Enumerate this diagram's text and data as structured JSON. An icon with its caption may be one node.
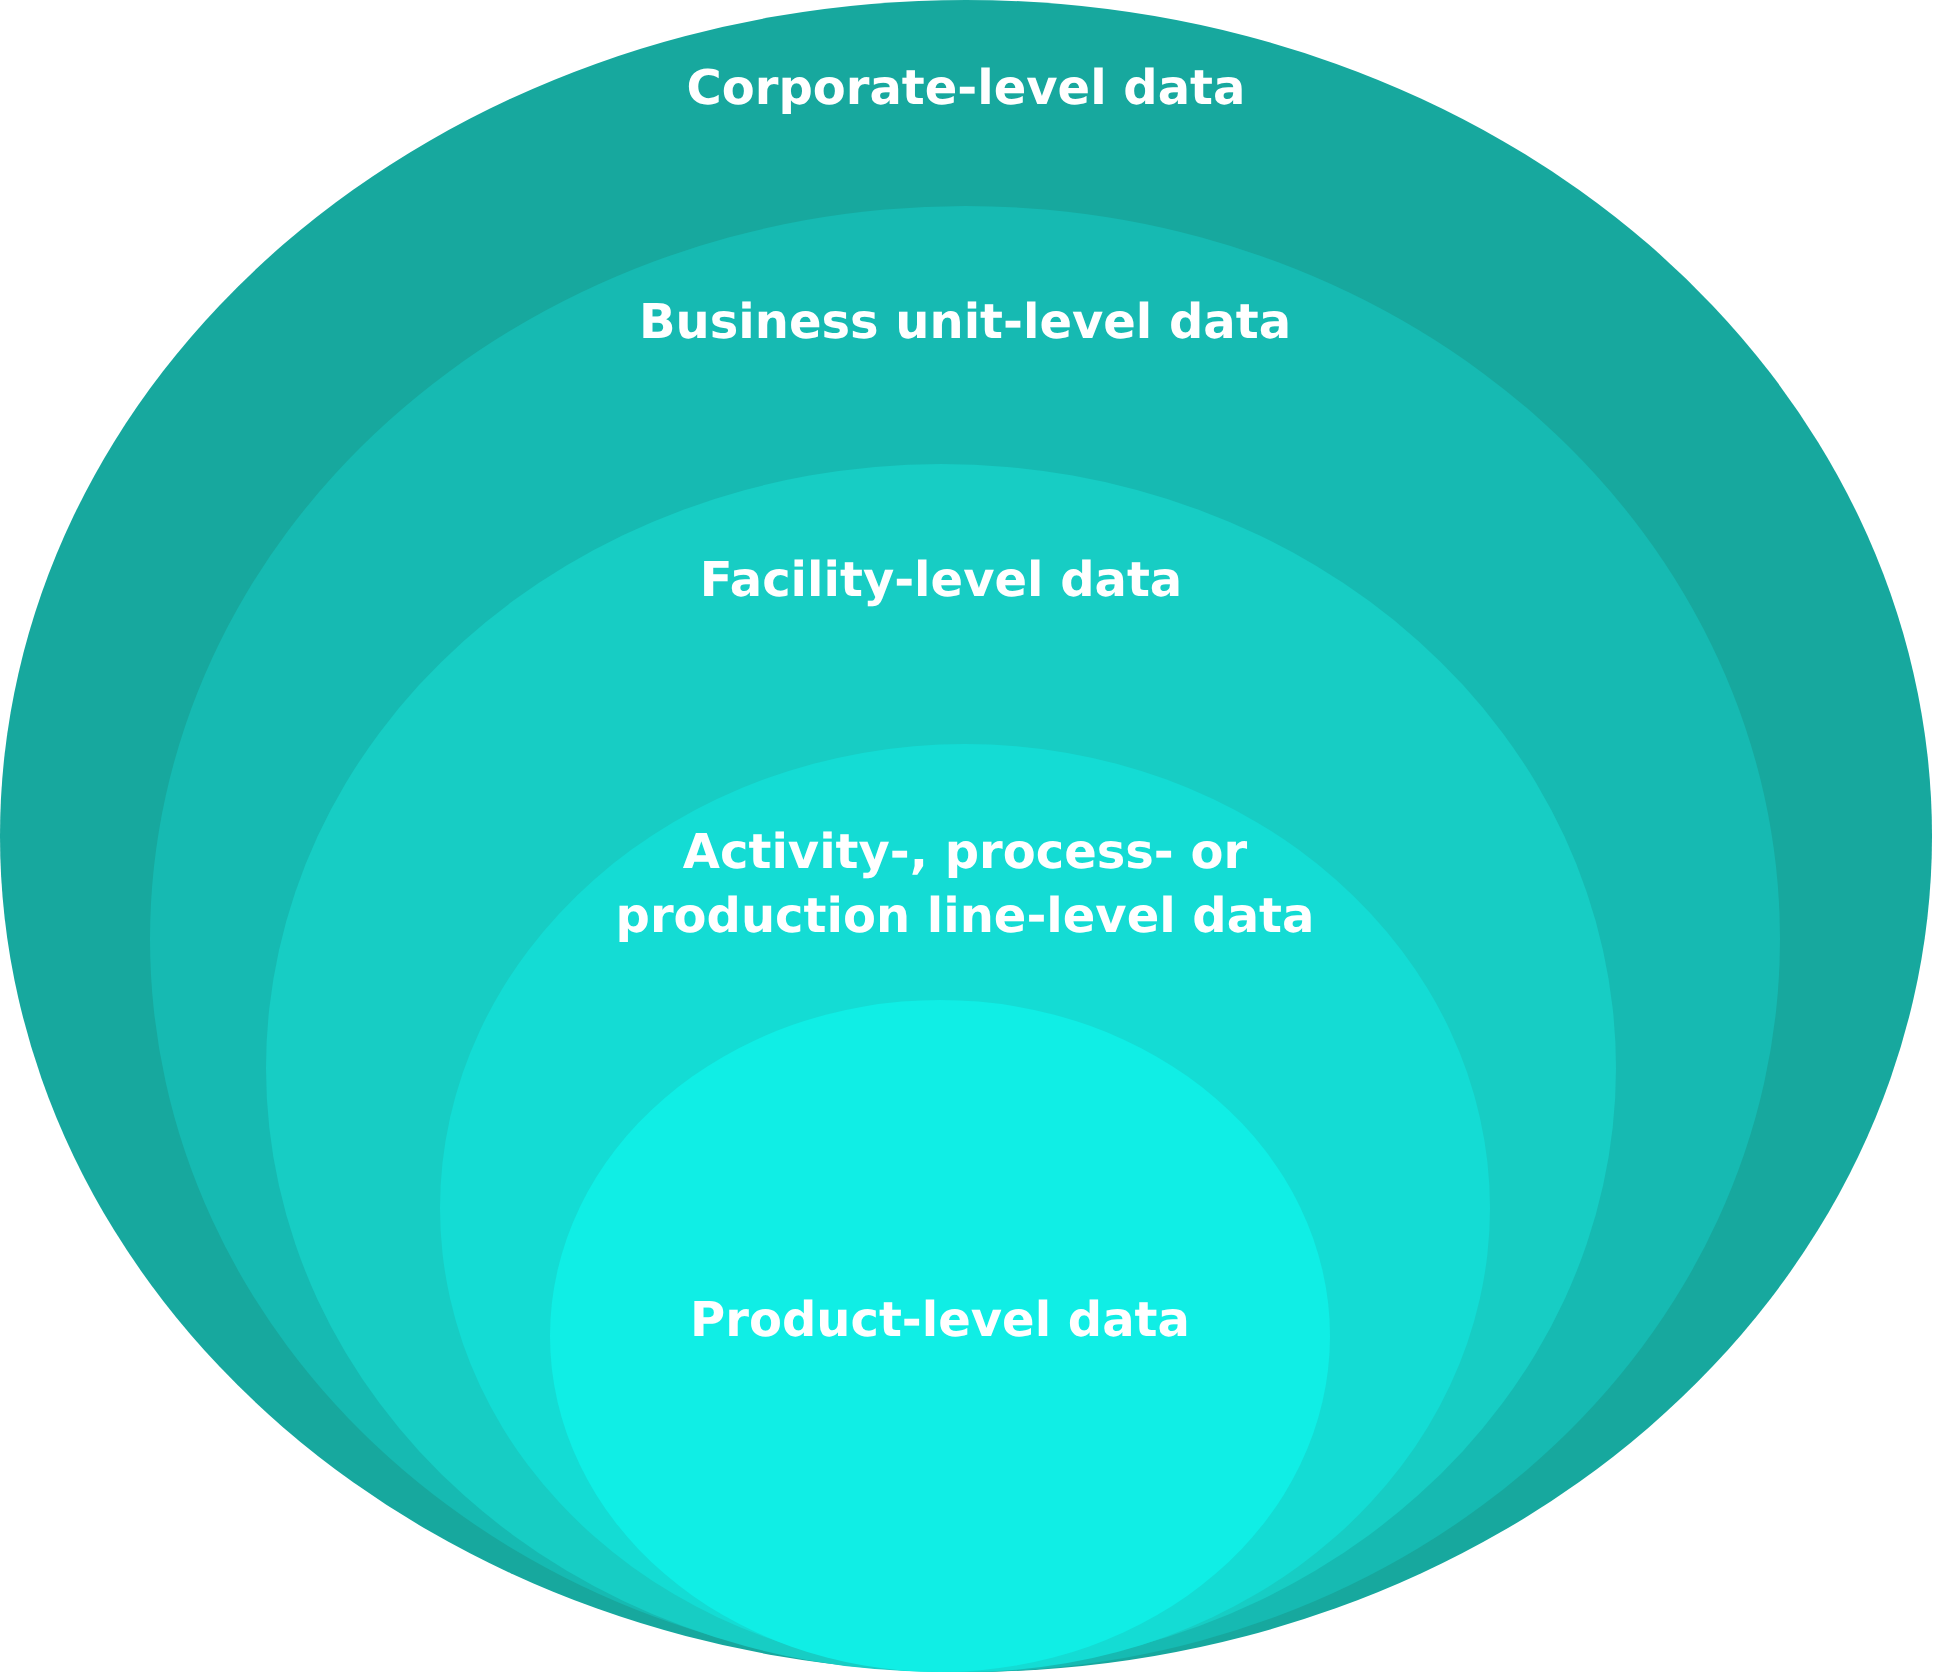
{
  "diagram": {
    "nodes": [
      {
        "text": [
          "Corporate-level data"
        ]
      },
      {
        "text": [
          "Business unit-level data"
        ],
        "in": 0
      },
      {
        "text": [
          "Facility-level data"
        ],
        "in": 1
      },
      {
        "text": [
          "Activity-, process- or production line-level data"
        ],
        "in": 2
      },
      {
        "text": [
          "Product-level data"
        ],
        "in": 3
      }
    ]
  }
}
